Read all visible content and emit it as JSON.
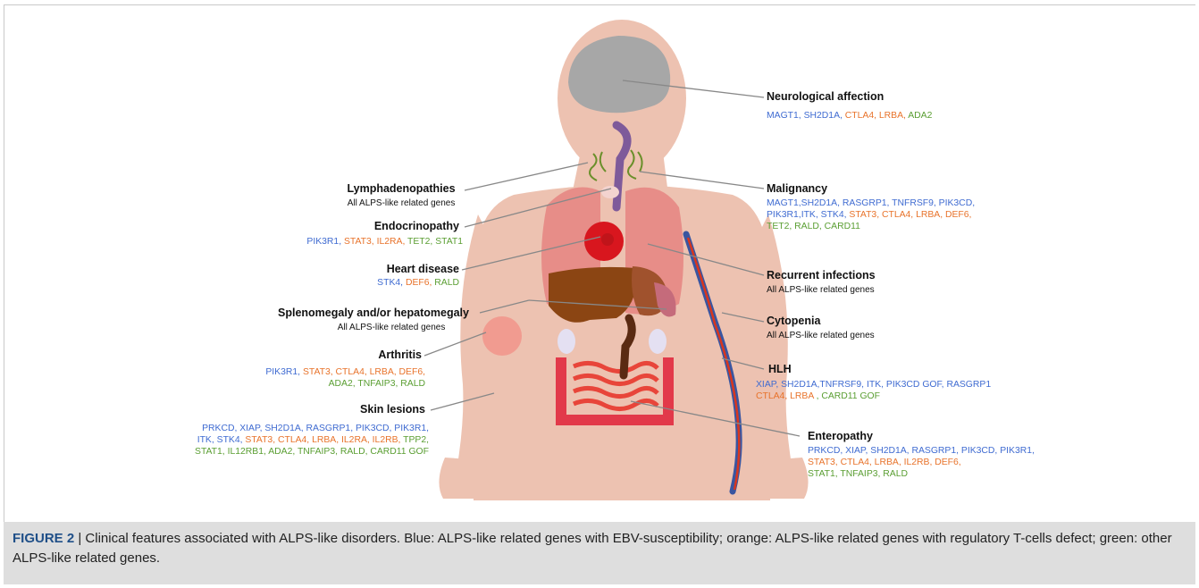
{
  "features": {
    "neuro": {
      "title": "Neurological affection",
      "genes": [
        {
          "t": "MAGT1, SH2D1A, ",
          "c": "blue"
        },
        {
          "t": "CTLA4, LRBA, ",
          "c": "orange"
        },
        {
          "t": "ADA2",
          "c": "green"
        }
      ]
    },
    "malignancy": {
      "title": "Malignancy",
      "line1": [
        {
          "t": "MAGT1,SH2D1A, RASGRP1, TNFRSF9, PIK3CD,",
          "c": "blue"
        }
      ],
      "line2": [
        {
          "t": "PIK3R1,ITK, STK4, ",
          "c": "blue"
        },
        {
          "t": "STAT3, CTLA4, LRBA, DEF6,",
          "c": "orange"
        }
      ],
      "line3": [
        {
          "t": "TET2, RALD, CARD11",
          "c": "green"
        }
      ]
    },
    "recurrent": {
      "title": "Recurrent infections",
      "sub": "All ALPS-like related genes"
    },
    "cytopenia": {
      "title": "Cytopenia",
      "sub": "All ALPS-like related genes"
    },
    "hlh": {
      "title": "HLH",
      "line1": [
        {
          "t": "XIAP, SH2D1A,TNFRSF9, ITK, PIK3CD GOF, RASGRP1",
          "c": "blue"
        }
      ],
      "line2": [
        {
          "t": "CTLA4, LRBA",
          "c": "orange"
        },
        {
          "t": " , CARD11 GOF",
          "c": "green"
        }
      ]
    },
    "enteropathy": {
      "title": "Enteropathy",
      "line1": [
        {
          "t": "PRKCD, XIAP, SH2D1A, RASGRP1, PIK3CD, PIK3R1,",
          "c": "blue"
        }
      ],
      "line2": [
        {
          "t": "STAT3, CTLA4, LRBA, IL2RB, DEF6,",
          "c": "orange"
        }
      ],
      "line3": [
        {
          "t": "STAT1, TNFAIP3, RALD",
          "c": "green"
        }
      ]
    },
    "lymph": {
      "title": "Lymphadenopathies",
      "sub": "All ALPS-like related genes"
    },
    "endo": {
      "title": "Endocrinopathy",
      "genes": [
        {
          "t": "PIK3R1, ",
          "c": "blue"
        },
        {
          "t": "STAT3, IL2RA, ",
          "c": "orange"
        },
        {
          "t": "TET2, STAT1",
          "c": "green"
        }
      ]
    },
    "heart": {
      "title": "Heart disease",
      "genes": [
        {
          "t": "STK4, ",
          "c": "blue"
        },
        {
          "t": "DEF6, ",
          "c": "orange"
        },
        {
          "t": "RALD",
          "c": "green"
        }
      ]
    },
    "spleno": {
      "title": "Splenomegaly and/or hepatomegaly",
      "sub": "All ALPS-like related genes"
    },
    "arthritis": {
      "title": "Arthritis",
      "line1": [
        {
          "t": "PIK3R1, ",
          "c": "blue"
        },
        {
          "t": "STAT3, CTLA4, LRBA, DEF6,",
          "c": "orange"
        }
      ],
      "line2": [
        {
          "t": "ADA2, TNFAIP3, RALD",
          "c": "green"
        }
      ]
    },
    "skin": {
      "title": "Skin lesions",
      "line1": [
        {
          "t": "PRKCD, XIAP, SH2D1A, RASGRP1, PIK3CD, PIK3R1,",
          "c": "blue"
        }
      ],
      "line2": [
        {
          "t": "ITK, STK4, ",
          "c": "blue"
        },
        {
          "t": " STAT3, CTLA4, LRBA, IL2RA, IL2RB, ",
          "c": "orange"
        },
        {
          "t": "TPP2,",
          "c": "green"
        }
      ],
      "line3": [
        {
          "t": "STAT1, IL12RB1, ADA2, TNFAIP3, RALD, CARD11 GOF",
          "c": "green"
        }
      ]
    }
  },
  "caption": {
    "lead": "FIGURE 2",
    "sep": " | ",
    "text": "Clinical features associated with ALPS-like disorders. Blue: ALPS-like related genes with EBV-susceptibility; orange: ALPS-like related genes with regulatory T-cells defect; green: other ALPS-like related genes."
  },
  "colors": {
    "blue": "#3f6bd1",
    "orange": "#e8732b",
    "green": "#5a9e32",
    "caption_lead": "#1f4f88",
    "body": "#edc2b1",
    "panel": "#dedede"
  }
}
